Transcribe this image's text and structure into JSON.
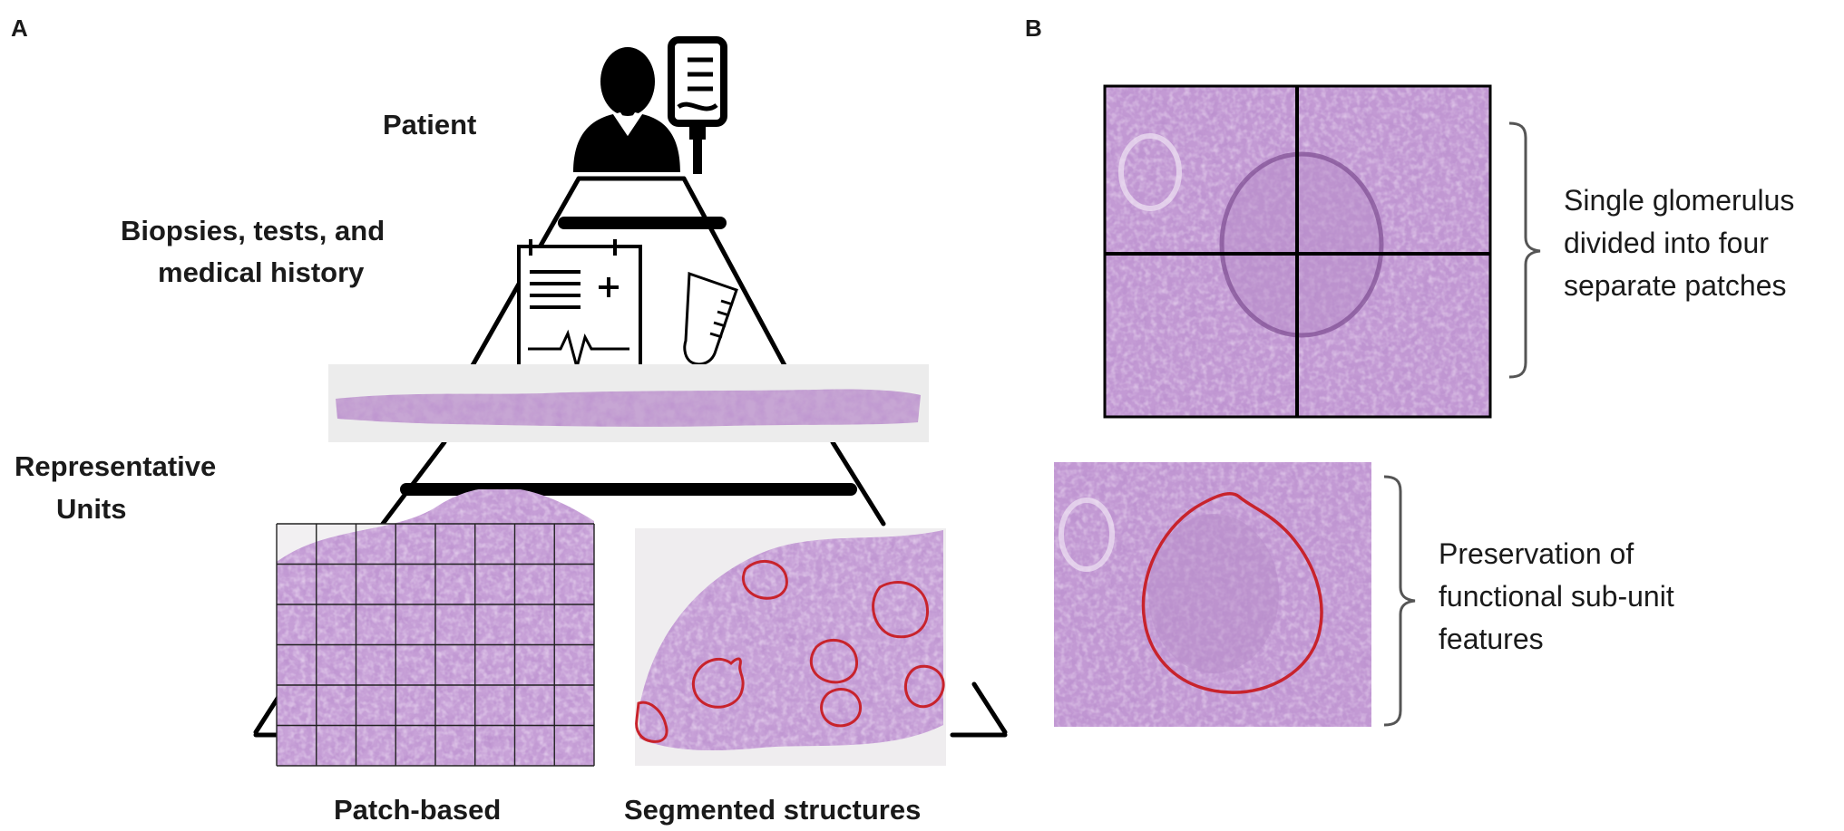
{
  "panel_a": {
    "letter": "A",
    "levels": {
      "patient": "Patient",
      "biopsies": [
        "Biopsies, tests, and",
        "medical history"
      ],
      "units": [
        "Representative",
        "Units"
      ]
    },
    "methods": {
      "patch": "Patch-based",
      "segmented": "Segmented structures"
    }
  },
  "panel_b": {
    "letter": "B",
    "top_caption": [
      "Single glomerulus",
      "divided into four",
      "separate patches"
    ],
    "bottom_caption": [
      "Preservation of",
      "functional sub-unit",
      "features"
    ]
  },
  "colors": {
    "tissue": "#b98ac8",
    "tissue_dark": "#8d5aa3",
    "tissue_light": "#d9bfe3",
    "outline": "#c8232c",
    "ink": "#000000"
  },
  "icons": [
    "patient-icon",
    "iv-bag-icon",
    "medical-chart-icon",
    "test-tube-icon"
  ]
}
